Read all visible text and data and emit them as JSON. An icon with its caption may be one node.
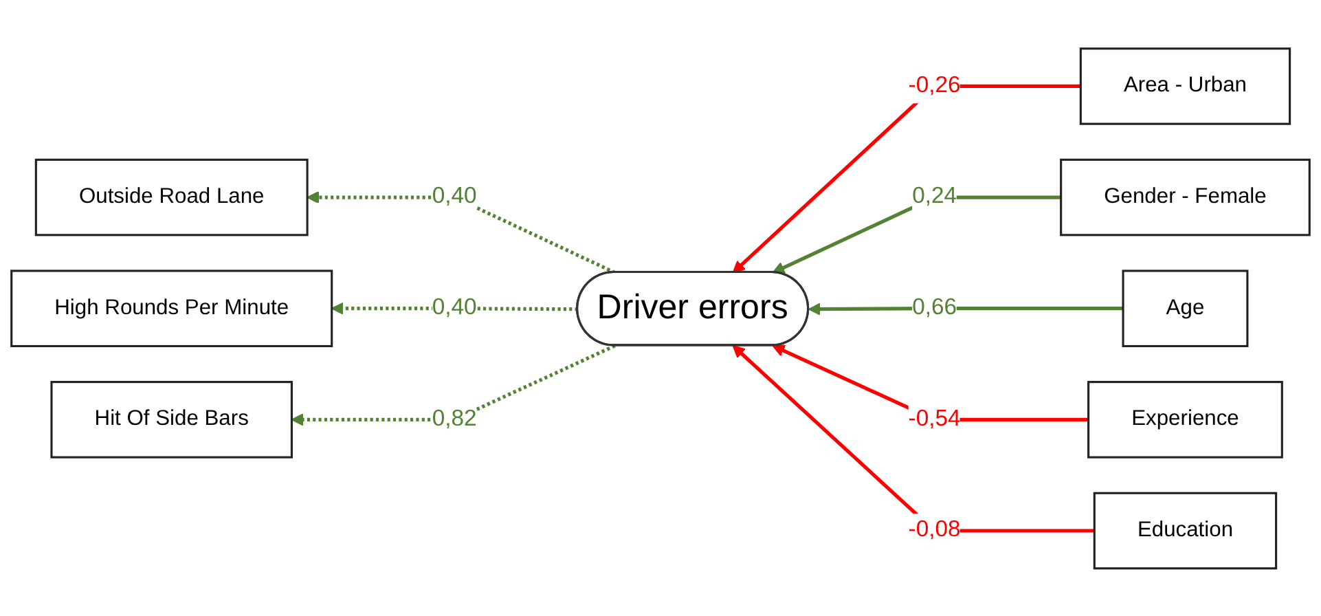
{
  "diagram": {
    "nodes": [
      {
        "text": [
          "Outside Road Lane"
        ]
      },
      {
        "text": [
          "High Rounds Per Minute"
        ]
      },
      {
        "text": [
          "Hit Of Side Bars"
        ]
      },
      {
        "text": [
          "Driver  errors"
        ]
      },
      {
        "text": [
          "Area - Urban"
        ]
      },
      {
        "text": [
          "Gender - Female"
        ]
      },
      {
        "text": [
          "Age"
        ]
      },
      {
        "text": [
          "Experience"
        ]
      },
      {
        "text": [
          "Education"
        ]
      }
    ],
    "edges": [
      {
        "from": 3,
        "to": 0,
        "arrow": "to",
        "label": "0,40",
        "style": "dashed"
      },
      {
        "from": 3,
        "to": 1,
        "arrow": "to",
        "label": "0,40",
        "style": "dashed"
      },
      {
        "from": 3,
        "to": 2,
        "arrow": "to",
        "label": "0,82",
        "style": "dashed"
      },
      {
        "from": 4,
        "to": 3,
        "arrow": "to",
        "label": "-0,26",
        "color": "#ff0000"
      },
      {
        "from": 5,
        "to": 3,
        "arrow": "to",
        "label": "0,24"
      },
      {
        "from": 6,
        "to": 3,
        "arrow": "to",
        "label": "0,66"
      },
      {
        "from": 7,
        "to": 3,
        "arrow": "to",
        "label": "-0,54",
        "color": "#ff0000"
      },
      {
        "from": 8,
        "to": 3,
        "arrow": "to",
        "label": "-0,08",
        "color": "#ff0000"
      }
    ]
  }
}
